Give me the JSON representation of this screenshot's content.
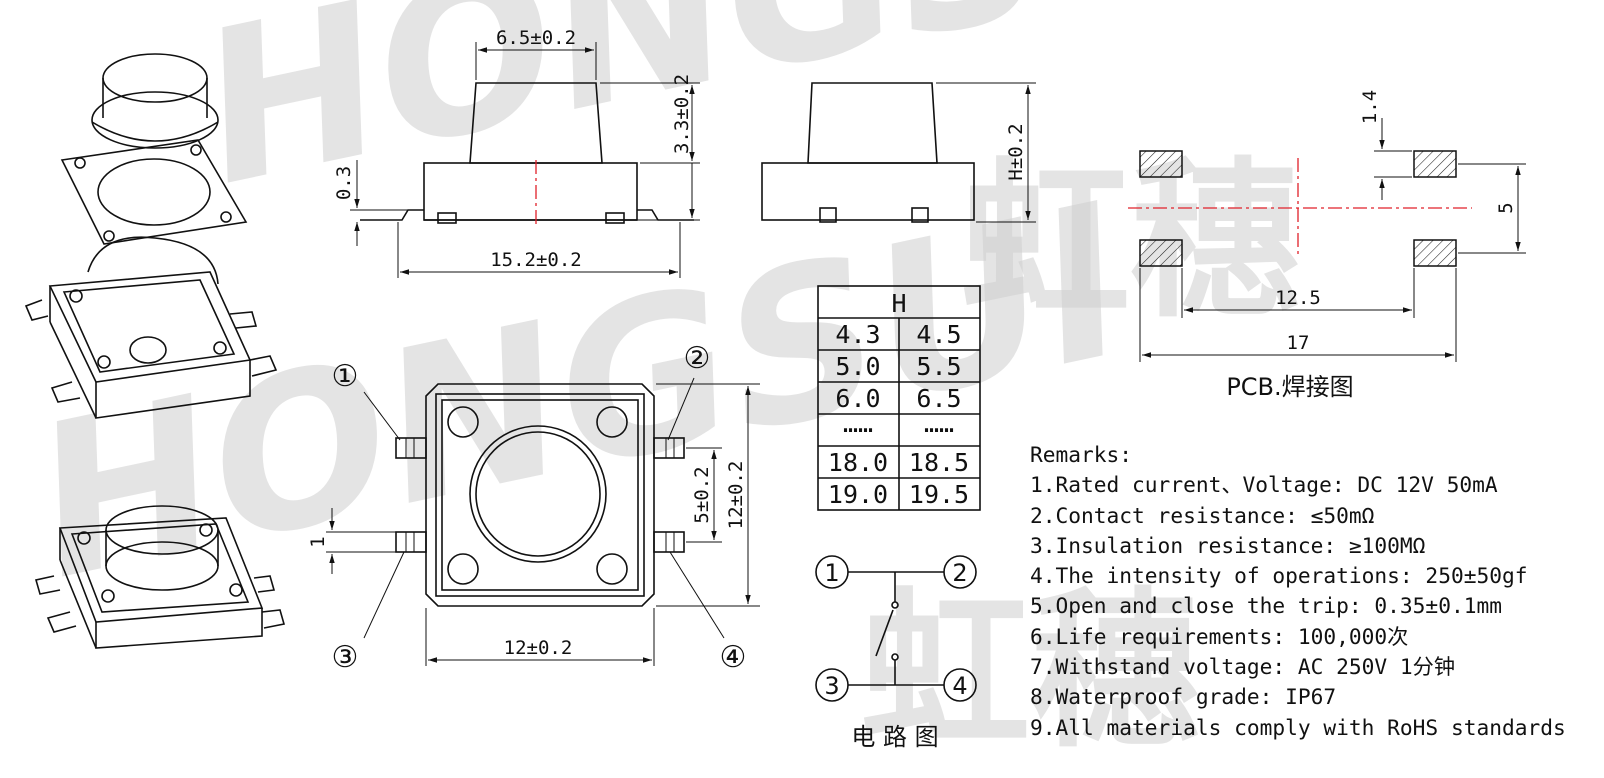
{
  "watermark": {
    "brand": "HONGSUI",
    "chinese": "虹穗"
  },
  "side_view": {
    "top_width": "6.5±0.2",
    "cap_height": "3.3±0.2",
    "lead_offset": "0.3",
    "total_width": "15.2±0.2"
  },
  "front_view": {
    "height": "H±0.2"
  },
  "top_view": {
    "body_width": "12±0.2",
    "body_height": "12±0.2",
    "pin_pitch": "5±0.2",
    "lead_width": "1"
  },
  "pin_labels": [
    "①",
    "②",
    "③",
    "④"
  ],
  "h_table": {
    "header": "H",
    "rows": [
      [
        "4.3",
        "4.5"
      ],
      [
        "5.0",
        "5.5"
      ],
      [
        "6.0",
        "6.5"
      ],
      [
        "……",
        "……"
      ],
      [
        "18.0",
        "18.5"
      ],
      [
        "19.0",
        "19.5"
      ]
    ]
  },
  "pcb": {
    "pad_height": "1.4",
    "pad_pitch_v": "5",
    "inner_span": "12.5",
    "outer_span": "17",
    "caption": "PCB.焊接图"
  },
  "circuit": {
    "nodes": [
      "1",
      "2",
      "3",
      "4"
    ],
    "caption": "电 路 图"
  },
  "remarks": {
    "title": "Remarks:",
    "items": [
      "1.Rated current、Voltage: DC 12V 50mA",
      "2.Contact resistance: ≤50mΩ",
      "3.Insulation resistance: ≥100MΩ",
      "4.The intensity of operations: 250±50gf",
      "5.Open and close the trip: 0.35±0.1mm",
      "6.Life requirements: 100,000次",
      "7.Withstand voltage: AC 250V 1分钟",
      "8.Waterproof grade: IP67",
      "9.All materials comply with RoHS standards"
    ]
  },
  "colors": {
    "centerline": "#e0202a",
    "watermark": "#cfcfcf",
    "line": "#111111"
  }
}
